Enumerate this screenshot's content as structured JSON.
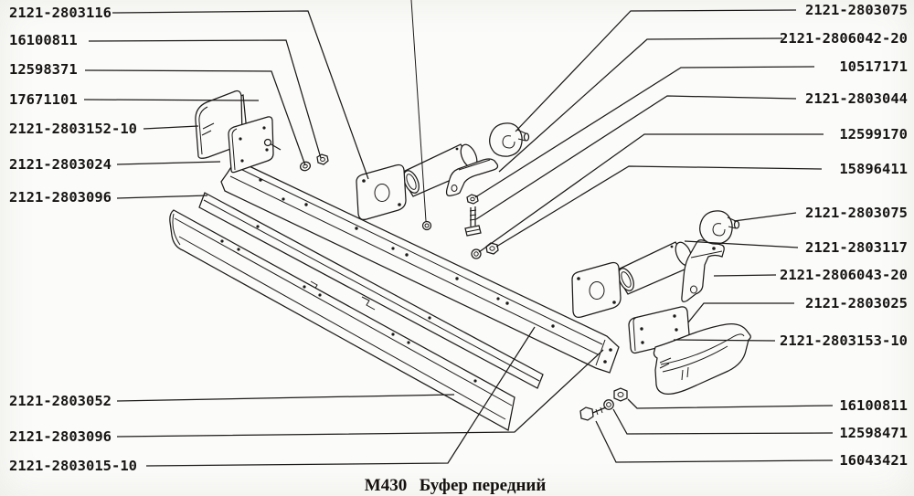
{
  "drawing": {
    "code": "М430",
    "title": "Буфер передний"
  },
  "left_callouts": [
    {
      "text": "2121-2803116"
    },
    {
      "text": "16100811"
    },
    {
      "text": "12598371"
    },
    {
      "text": "17671101"
    },
    {
      "text": "2121-2803152-10"
    },
    {
      "text": "2121-2803024"
    },
    {
      "text": "2121-2803096"
    },
    {
      "text": "2121-2803052"
    },
    {
      "text": "2121-2803096"
    },
    {
      "text": "2121-2803015-10"
    }
  ],
  "right_callouts": [
    {
      "text": "2121-2803075"
    },
    {
      "text": "2121-2806042-20"
    },
    {
      "text": "10517171"
    },
    {
      "text": "2121-2803044"
    },
    {
      "text": "12599170"
    },
    {
      "text": "15896411"
    },
    {
      "text": "2121-2803075"
    },
    {
      "text": "2121-2803117"
    },
    {
      "text": "2121-2806043-20"
    },
    {
      "text": "2121-2803025"
    },
    {
      "text": "2121-2803153-10"
    },
    {
      "text": "16100811"
    },
    {
      "text": "12598471"
    },
    {
      "text": "16043421"
    }
  ]
}
